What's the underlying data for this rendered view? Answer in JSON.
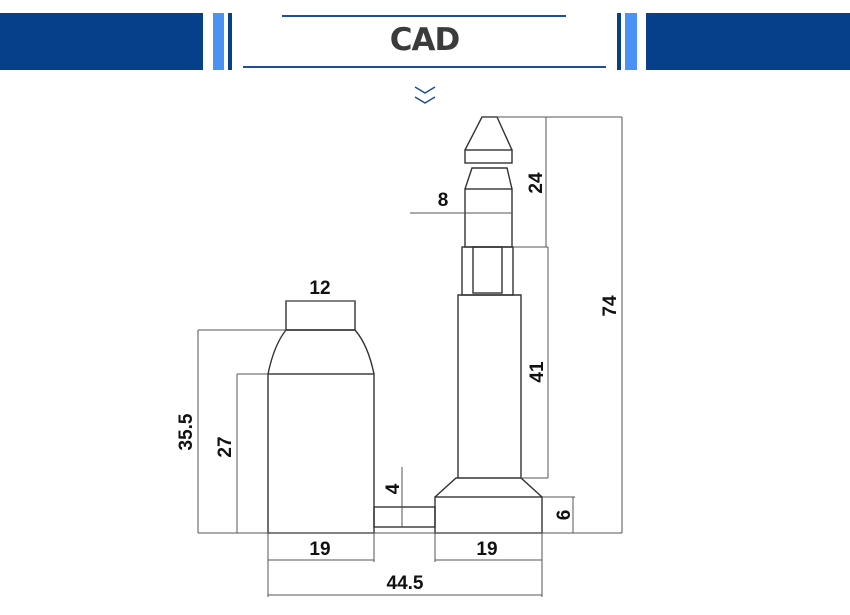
{
  "header": {
    "title": "CAD",
    "colors": {
      "dark_blue": "#063f8a",
      "light_blue": "#4a93f5",
      "text": "#3b3b3b"
    },
    "scroll_icon": "double-chevron-down-icon"
  },
  "drawing": {
    "dimensions": {
      "top_width_left": "12",
      "total_height_left": "35.5",
      "body_height_left": "27",
      "connector_height": "4",
      "base_width_left": "19",
      "base_width_right": "19",
      "overall_width": "44.5",
      "pin_width": "8",
      "pin_height": "24",
      "shaft_height": "41",
      "overall_height": "74",
      "base_height": "6"
    }
  }
}
